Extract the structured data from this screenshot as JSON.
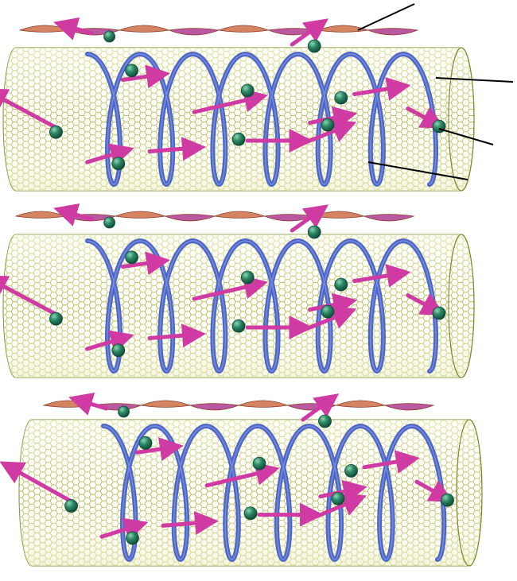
{
  "figure": {
    "background": "#ffffff",
    "colors": {
      "lattice": "#b5b84a",
      "lattice_dark": "#7f8a2c",
      "helix": "#4f67c4",
      "helix_highlight": "#7d92e6",
      "ribbon_main": "#d07a52",
      "ribbon_alt": "#b44a98",
      "ribbon_edge": "#8a3a2a",
      "arrow": "#d03aa3",
      "sphere": "#2f8a66",
      "sphere_dark": "#0f4d39",
      "sphere_light": "#8ad6b6",
      "leader": "#000000"
    },
    "panels": [
      {
        "id": "top",
        "label_lines": 4
      },
      {
        "id": "middle",
        "label_lines": 0
      },
      {
        "id": "bottom",
        "label_lines": 0
      }
    ],
    "icons": [
      "nanotube-lattice",
      "helix-coil",
      "twisted-ribbon",
      "spin-arrow",
      "atom-sphere"
    ]
  }
}
